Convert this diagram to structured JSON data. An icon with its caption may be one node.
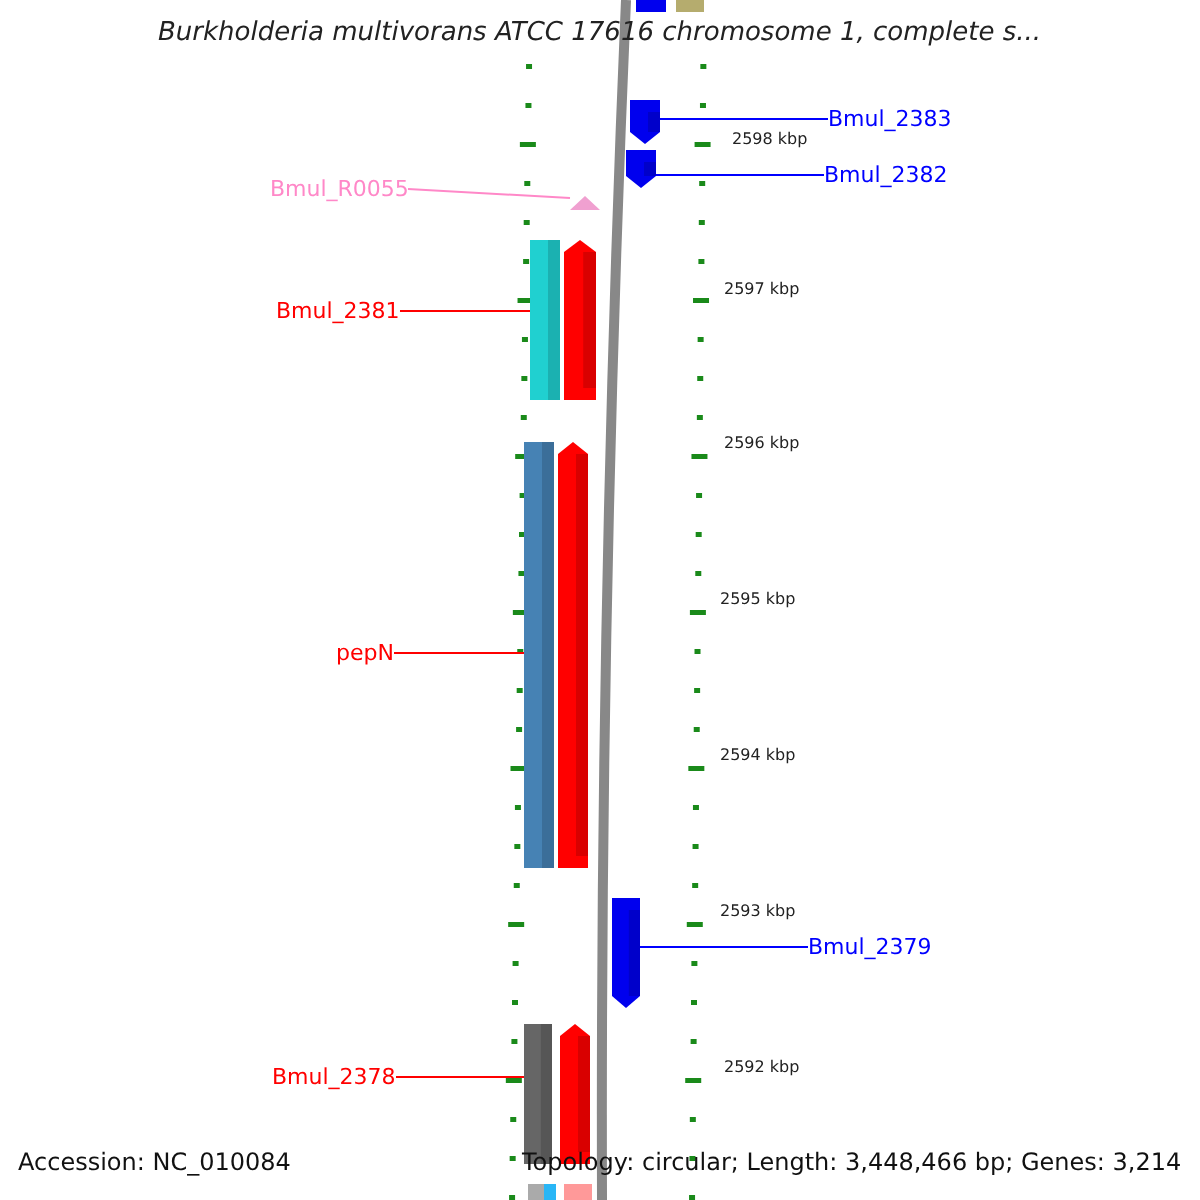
{
  "diagram": {
    "title": "Burkholderia multivorans ATCC 17616 chromosome 1, complete s...",
    "nodes": [
      {
        "text": [
          "Bmul_2383"
        ]
      },
      {
        "text": [],
        "shape": "arrow"
      },
      {
        "text": [
          "Bmul_2382"
        ]
      },
      {
        "text": [],
        "shape": "arrow"
      },
      {
        "text": [
          "Bmul_R0055"
        ]
      },
      {
        "text": [],
        "shape": "triangle"
      },
      {
        "text": [
          "Bmul_2381"
        ]
      },
      {
        "text": [],
        "shape": "bar"
      },
      {
        "text": [
          "pepN"
        ]
      },
      {
        "text": [],
        "shape": "bar"
      },
      {
        "text": [
          "Bmul_2379"
        ]
      },
      {
        "text": [],
        "shape": "arrow"
      },
      {
        "text": [
          "Bmul_2378"
        ]
      },
      {
        "text": [],
        "shape": "bar"
      },
      {
        "text": [],
        "shape": "arrow"
      },
      {
        "text": [],
        "shape": "arrow"
      },
      {
        "text": [],
        "shape": "arrow"
      }
    ],
    "edges": [
      {
        "from": 0,
        "to": 1,
        "arrow": "none",
        "color": "#0000ff"
      },
      {
        "from": 2,
        "to": 3,
        "arrow": "none",
        "color": "#0000ff"
      },
      {
        "from": 4,
        "to": 5,
        "arrow": "none",
        "color": "#ff88c8"
      },
      {
        "from": 6,
        "to": 7,
        "arrow": "none",
        "color": "#ff0000"
      },
      {
        "from": 8,
        "to": 9,
        "arrow": "none",
        "color": "#ff0000"
      },
      {
        "from": 10,
        "to": 11,
        "arrow": "none",
        "color": "#0000ff"
      },
      {
        "from": 12,
        "to": 13,
        "arrow": "none",
        "color": "#ff0000"
      }
    ],
    "labels": [
      "2598 kbp",
      "2597 kbp",
      "2596 kbp",
      "2595 kbp",
      "2594 kbp",
      "2593 kbp",
      "2592 kbp",
      "Accession: NC_010084",
      "Topology: circular; Length: 3,448,466 bp; Genes: 3,214"
    ]
  }
}
